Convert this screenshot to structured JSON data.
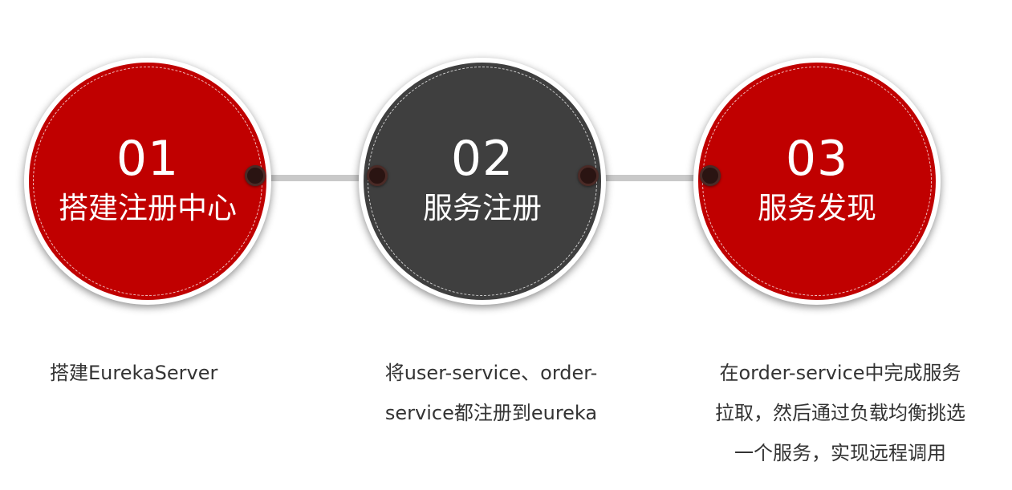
{
  "steps": [
    {
      "number": "01",
      "title": "搭建注册中心",
      "color": "#C00000",
      "description_lines": [
        "搭建EurekaServer"
      ]
    },
    {
      "number": "02",
      "title": "服务注册",
      "color": "#3F3F3F",
      "description_lines": [
        "将user-service、order-",
        "service都注册到eureka"
      ]
    },
    {
      "number": "03",
      "title": "服务发现",
      "color": "#C00000",
      "description_lines": [
        "在order-service中完成服务",
        "拉取，然后通过负载均衡挑选",
        "一个服务，实现远程调用"
      ]
    }
  ]
}
